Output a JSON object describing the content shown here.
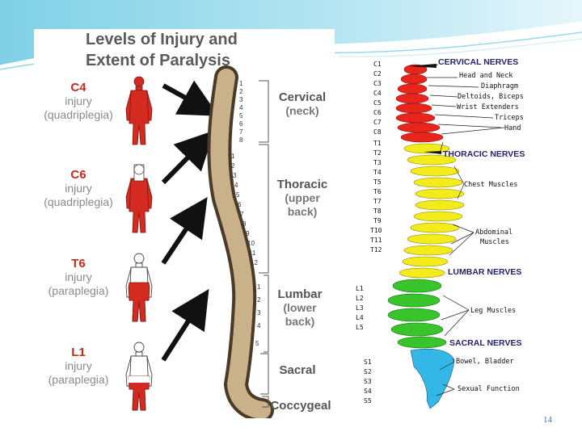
{
  "left_figure": {
    "title_line1": "Levels of Injury and",
    "title_line2": "Extent of Paralysis",
    "cases": [
      {
        "level": "C4",
        "line2": "injury",
        "line3": "(quadriplegia)"
      },
      {
        "level": "C6",
        "line2": "injury",
        "line3": "(quadriplegia)"
      },
      {
        "level": "T6",
        "line2": "injury",
        "line3": "(paraplegia)"
      },
      {
        "level": "L1",
        "line2": "injury",
        "line3": "(paraplegia)"
      }
    ],
    "regions": [
      {
        "name": "Cervical",
        "sub": "(neck)"
      },
      {
        "name": "Thoracic",
        "sub1": "(upper",
        "sub2": "back)"
      },
      {
        "name": "Lumbar",
        "sub1": "(lower",
        "sub2": "back)"
      },
      {
        "name": "Sacral"
      },
      {
        "name": "Coccygeal"
      }
    ],
    "vertebra_numbers": {
      "cervical": [
        "1",
        "2",
        "3",
        "4",
        "5",
        "6",
        "7",
        "8"
      ],
      "thoracic": [
        "1",
        "2",
        "3",
        "4",
        "5",
        "6",
        "7",
        "8",
        "9",
        "10",
        "11",
        "12"
      ],
      "lumbar": [
        "1",
        "2",
        "3",
        "4",
        "5"
      ]
    },
    "colors": {
      "injury_red": "#d42a1f",
      "label_gray": "#8a8a8a"
    }
  },
  "right_figure": {
    "cervical_levels": [
      "C1",
      "C2",
      "C3",
      "C4",
      "C5",
      "C6",
      "C7",
      "C8"
    ],
    "thoracic_levels": [
      "T1",
      "T2",
      "T3",
      "T4",
      "T5",
      "T6",
      "T7",
      "T8",
      "T9",
      "T10",
      "T11",
      "T12"
    ],
    "lumbar_levels": [
      "L1",
      "L2",
      "L3",
      "L4",
      "L5"
    ],
    "sacral_levels": [
      "S1",
      "S2",
      "S3",
      "S4",
      "S5"
    ],
    "headings": {
      "cervical": "CERVICAL NERVES",
      "thoracic": "THORACIC NERVES",
      "lumbar": "LUMBAR NERVES",
      "sacral": "SACRAL NERVES"
    },
    "functions": {
      "head_neck": "Head and Neck",
      "diaphragm": "Diaphragm",
      "deltoids": "Deltoids, Biceps",
      "wrist": "Wrist Extenders",
      "triceps": "Triceps",
      "hand": "Hand",
      "chest": "Chest Muscles",
      "abdominal_1": "Abdominal",
      "abdominal_2": "Muscles",
      "leg": "Leg Muscles",
      "bowel": "Bowel, Bladder",
      "sexual": "Sexual Function"
    },
    "colors": {
      "cervical": "#e8251c",
      "thoracic": "#f2ec1a",
      "lumbar": "#37c52b",
      "sacral": "#33b7e6"
    }
  },
  "slide": {
    "number": "14",
    "accent": "#4472c4"
  }
}
